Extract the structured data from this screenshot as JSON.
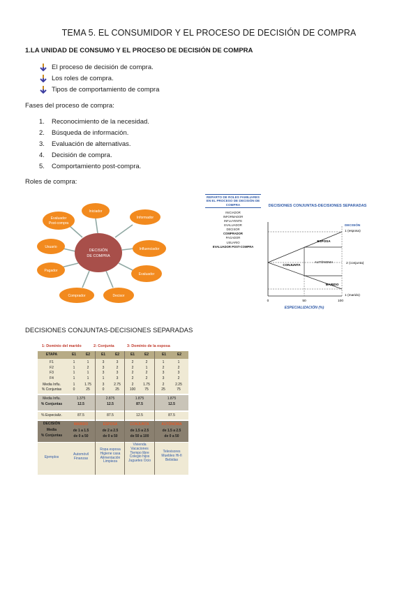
{
  "title": "TEMA 5. EL CONSUMIDOR Y EL PROCESO DE DECISIÓN DE COMPRA",
  "section1": "1.LA UNIDAD DE CONSUMO Y EL PROCESO DE DECISIÓN DE COMPRA",
  "bullets": [
    "El proceso de decisión de compra.",
    "Los roles de compra.",
    "Tipos de comportamiento de compra"
  ],
  "phases_heading": "Fases del proceso de compra:",
  "phases": [
    {
      "n": "1.",
      "t": "Reconocimiento de la necesidad."
    },
    {
      "n": "2.",
      "t": "Búsqueda de información."
    },
    {
      "n": "3.",
      "t": "Evaluación de alternativas."
    },
    {
      "n": "4.",
      "t": "Decisión de compra."
    },
    {
      "n": "5.",
      "t": "Comportamiento post-compra."
    }
  ],
  "roles_heading": "Roles de compra:",
  "wheel": {
    "center": "DECISIÓN DE COMPRA",
    "nodes": [
      "Iniciador",
      "Informador",
      "Influenciador",
      "Evaluador",
      "Decisor",
      "Comprador",
      "Pagador",
      "Usuario",
      "Evaluador Post-compra"
    ]
  },
  "reparto": {
    "title": "REPARTO DE ROLES FAMILIARES EN EL PROCESO DE DECISIÓN DE COMPRA",
    "items": [
      "INICIADOR",
      "INFORMADOR",
      "INFLUYENTE",
      "EVALUADOR",
      "DECISOR",
      "COMPRADOR",
      "PAGADOR",
      "USUARIO",
      "EVALUADOR POST-COMPRA"
    ]
  },
  "graph": {
    "title": "DECISIONES CONJUNTAS-DECISIONES SEPARADAS",
    "ylabel": "DECISIÓN",
    "y_ticks": [
      "1 (esposa)",
      "2 (conjunta)",
      "1 (marido)"
    ],
    "x_ticks": [
      "0",
      "50",
      "100"
    ],
    "xlabel": "ESPECIALIZACIÓN (%)",
    "regions": [
      "ESPOSA",
      "CONJUNTA",
      "AUTÓNOMA",
      "MARIDO"
    ]
  },
  "section2": "DECISIONES CONJUNTAS-DECISIONES SEPARADAS",
  "table": {
    "group_headers": [
      "1: Dominio del marido",
      "2: Conjunta",
      "3: Dominio de la esposa"
    ],
    "col_headers": [
      "ETAPA",
      "E1",
      "E2",
      "E1",
      "E2",
      "E1",
      "E2",
      "E1",
      "E2"
    ],
    "stage_labels": [
      "F1",
      "F2",
      "F3",
      "F4"
    ],
    "stage_values": [
      [
        "1",
        "1",
        "3",
        "3",
        "2",
        "2",
        "1",
        "1"
      ],
      [
        "1",
        "2",
        "3",
        "2",
        "2",
        "1",
        "2",
        "2"
      ],
      [
        "1",
        "1",
        "3",
        "3",
        "2",
        "2",
        "3",
        "3"
      ],
      [
        "1",
        "1",
        "1",
        "3",
        "2",
        "2",
        "3",
        "2"
      ]
    ],
    "media_label": "Media Influ.",
    "media_values": [
      "1",
      "1.75",
      "3",
      "2.75",
      "2",
      "1.75",
      "2",
      "2.25"
    ],
    "conj_label": "% Conjuntas",
    "conj_values": [
      "0",
      "25",
      "0",
      "25",
      "100",
      "75",
      "25",
      "75"
    ],
    "infl_label": "Media Influ.",
    "infl_values": [
      "1.375",
      "2.875",
      "1.875",
      "1.875"
    ],
    "pct_label": "% Conjuntas",
    "pct_values": [
      "12.5",
      "12.5",
      "87.5",
      "12.5"
    ],
    "esp_label": "% Especializ.",
    "esp_values": [
      "87.5",
      "87.5",
      "12.5",
      "87.5"
    ],
    "decision_label": "DECISIÓN",
    "decision_sub": [
      "Media",
      "% Conjuntas"
    ],
    "decision_types": [
      "MARIDO",
      "ESPOSA",
      "CONJUNTA",
      "AUTÓNOMA"
    ],
    "decision_rule1": [
      "de 1 a 1.5",
      "de 2 a 2.5",
      "de 1.5 a 2.5",
      "de 1.5 a 2.5"
    ],
    "decision_rule2": [
      "de 0 a 50",
      "de 0 a 50",
      "de 50 a 100",
      "de 0 a 50"
    ],
    "examples_label": "Ejemplos",
    "examples": [
      "Automóvil Finanzas",
      "Ropa esposa Higiene casa Alimentación Limpieza",
      "Vivienda Vacaciones Tiempo libre Colegio hijos Juguetes Ocio",
      "Televisores Muebles Hi-fi Bebidas"
    ]
  },
  "colors": {
    "accent_red": "#c0392b",
    "node_orange": "#f28a1e",
    "center_maroon": "#a84f4a",
    "table_olive": "#b7ab85",
    "table_cream": "#efe9d4",
    "table_dark": "#8a8070",
    "graph_blue": "#2f5aa8"
  }
}
